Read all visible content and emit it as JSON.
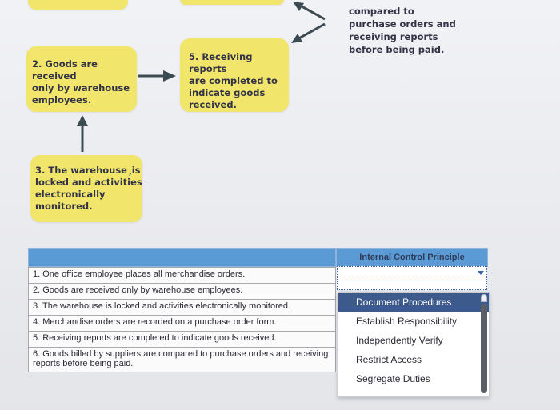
{
  "flowchart": {
    "card_top_partial": "",
    "note_top_right": "compared to\npurchase orders and\nreceiving reports\nbefore being paid.",
    "card_2": "2. Goods are received\n    only by warehouse\n    employees.",
    "card_5": "5. Receiving reports\n    are completed to\n    indicate goods\n    received.",
    "card_3": "3. The warehouseˏis\n    locked and activities\n    electronically\n    monitored."
  },
  "table": {
    "rows": [
      "1. One office employee places all merchandise orders.",
      "2. Goods are received only by warehouse employees.",
      "3. The warehouse is locked and activities electronically monitored.",
      "4. Merchandise orders are recorded on a purchase order form.",
      "5. Receiving reports are completed to indicate goods received.",
      "6. Goods billed by suppliers are compared to purchase orders and receiving reports before being paid."
    ]
  },
  "principle": {
    "header": "Internal Control Principle",
    "selected_value": "",
    "options": [
      "Document Procedures",
      "Establish Responsibility",
      "Independently Verify",
      "Restrict Access",
      "Segregate Duties"
    ],
    "highlighted_option": "Document Procedures"
  },
  "colors": {
    "card_yellow": "#f2e56b",
    "header_blue": "#5b9bd5",
    "selected_option": "#3c5a8c"
  }
}
